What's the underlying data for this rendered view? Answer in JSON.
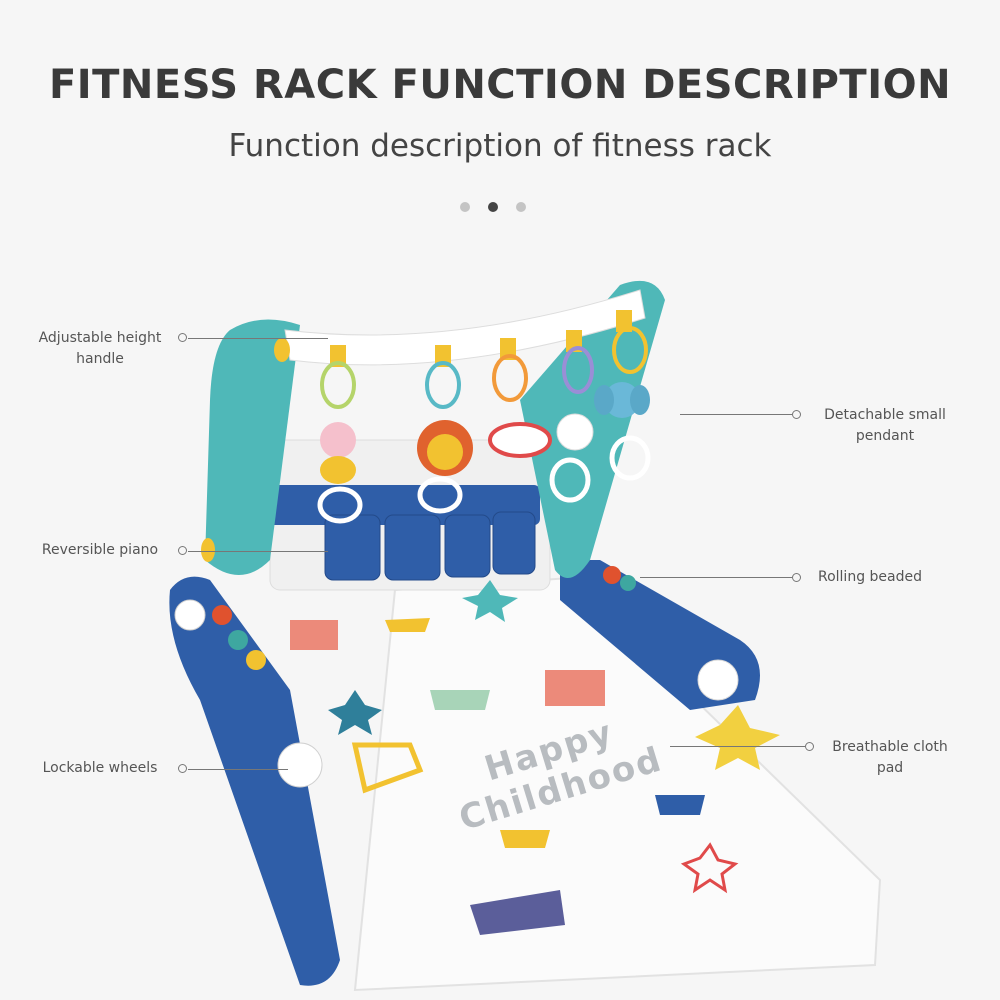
{
  "header": {
    "title": "FITNESS RACK FUNCTION DESCRIPTION",
    "subtitle": "Function description of fitness rack"
  },
  "carousel": {
    "total": 3,
    "active_index": 1
  },
  "product": {
    "mat_print": [
      "Happy",
      "Childhood"
    ],
    "colors": {
      "teal": "#4fb8b8",
      "blue": "#2f5ea8",
      "yellow": "#f2c230",
      "mat": "#fbfbfb"
    }
  },
  "callouts": [
    {
      "line1": "Adjustable height",
      "line2": "handle"
    },
    {
      "line1": "Reversible piano",
      "line2": ""
    },
    {
      "line1": "Lockable wheels",
      "line2": ""
    },
    {
      "line1": "Detachable small",
      "line2": "pendant"
    },
    {
      "line1": "Rolling beaded",
      "line2": ""
    },
    {
      "line1": "Breathable cloth",
      "line2": "pad"
    }
  ]
}
